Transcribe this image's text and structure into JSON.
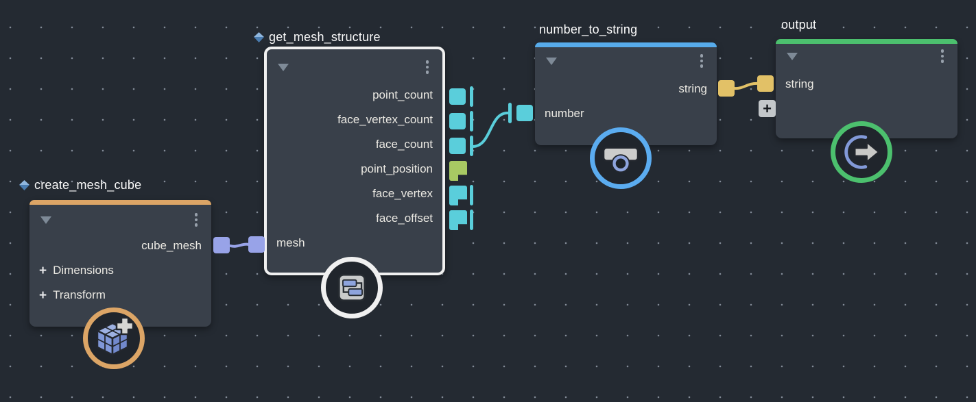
{
  "canvas": {
    "type": "node-graph-editor",
    "colors": {
      "background": "#242a32",
      "grid_dot": "#828b97",
      "node_body": "#39404a",
      "accent_orange": "#dca566",
      "accent_blue": "#57abea",
      "accent_green": "#4cc06e",
      "selected_border": "#f0f0f0",
      "port_teal": "#5acedb",
      "port_lime": "#a8ca63",
      "port_purple": "#98a3e8",
      "port_yellow": "#e2c167"
    }
  },
  "icons": {
    "plus_glyph": "+",
    "gem": "blue-diamond",
    "collapse": "triangle-down",
    "menu": "vertical-ellipsis"
  },
  "nodes": [
    {
      "title": "create_mesh_cube",
      "accent": "#dca566",
      "has_gem": true,
      "selected": false,
      "outputs": [
        {
          "label": "cube_mesh",
          "connector": "square",
          "color": "#98a3e8"
        }
      ],
      "params": [
        {
          "label": "Dimensions"
        },
        {
          "label": "Transform"
        }
      ],
      "badge_icon": "cube-plus",
      "badge_ring": "#dca566"
    },
    {
      "title": "get_mesh_structure",
      "accent": "#f0f0f0",
      "has_gem": true,
      "selected": true,
      "outputs": [
        {
          "label": "point_count",
          "connector": "square",
          "color": "#5acedb"
        },
        {
          "label": "face_vertex_count",
          "connector": "square",
          "color": "#5acedb"
        },
        {
          "label": "face_count",
          "connector": "square",
          "color": "#5acedb"
        },
        {
          "label": "point_position",
          "connector": "flag",
          "color": "#a8ca63"
        },
        {
          "label": "face_vertex",
          "connector": "flag",
          "color": "#5acedb"
        },
        {
          "label": "face_offset",
          "connector": "flag",
          "color": "#5acedb"
        }
      ],
      "inputs": [
        {
          "label": "mesh",
          "connector": "square",
          "color": "#98a3e8"
        }
      ],
      "badge_icon": "flow-blocks",
      "badge_ring": "#f0f0f0"
    },
    {
      "title": "number_to_string",
      "accent": "#57abea",
      "has_gem": false,
      "selected": false,
      "outputs": [
        {
          "label": "string",
          "connector": "square",
          "color": "#e2c167"
        }
      ],
      "inputs": [
        {
          "label": "number",
          "connector": "square",
          "color": "#5acedb"
        }
      ],
      "badge_icon": "toggle-widget",
      "badge_ring": "#5bacf0"
    },
    {
      "title": "output",
      "accent": "#4cc06e",
      "has_gem": false,
      "selected": false,
      "inputs": [
        {
          "label": "string",
          "connector": "square",
          "color": "#e2c167"
        }
      ],
      "has_add_input_button": true,
      "badge_icon": "exit-arrow",
      "badge_ring": "#4cc06e"
    }
  ],
  "wires": [
    {
      "from": "create_mesh_cube.cube_mesh",
      "to": "get_mesh_structure.mesh",
      "color": "#98a3e8"
    },
    {
      "from": "get_mesh_structure.face_count",
      "to": "number_to_string.number",
      "color": "#5acedb"
    },
    {
      "from": "number_to_string.string",
      "to": "output.string",
      "color": "#e2c167"
    }
  ]
}
